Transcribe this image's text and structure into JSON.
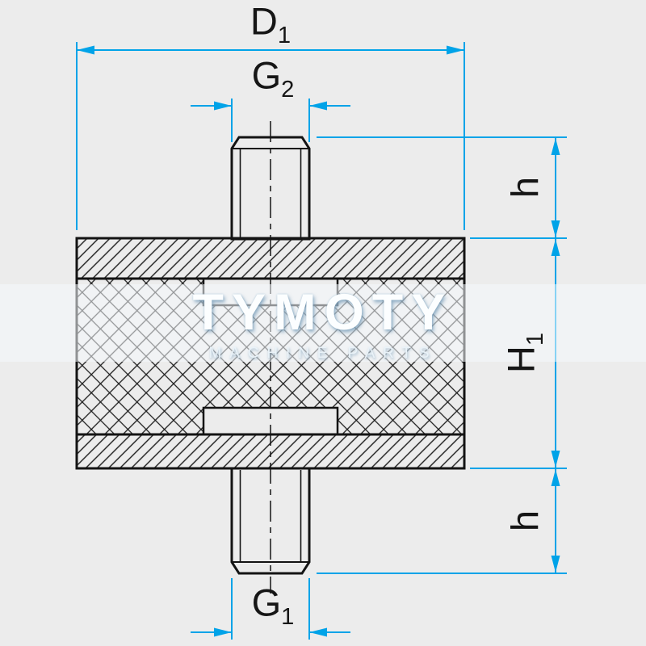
{
  "watermark": {
    "title": "TYMOTY",
    "subtitle": "MACHINE PARTS"
  },
  "labels": {
    "d1": {
      "base": "D",
      "sub": "1"
    },
    "g2": {
      "base": "G",
      "sub": "2"
    },
    "h_top": {
      "base": "h",
      "sub": ""
    },
    "h1": {
      "base": "H",
      "sub": "1"
    },
    "h_bottom": {
      "base": "h",
      "sub": ""
    },
    "g1": {
      "base": "G",
      "sub": "1"
    }
  },
  "colors": {
    "dimension_line": "#00a3e8",
    "drawing_line": "#1a1a1a",
    "background": "#ececec",
    "watermark_text": "#fcfeff"
  },
  "drawing": {
    "type": "technical-drawing",
    "subject": "rubber-metal vibration mount with two threaded studs",
    "sections": [
      "top-metal-plate",
      "rubber-core",
      "bottom-metal-plate",
      "top-threaded-stud",
      "bottom-threaded-stud"
    ]
  }
}
